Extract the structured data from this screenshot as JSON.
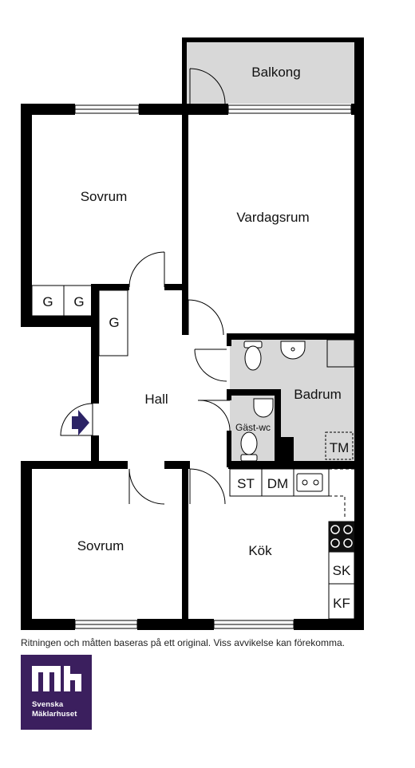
{
  "rooms": {
    "balkong": "Balkong",
    "vardagsrum": "Vardagsrum",
    "sovrum_top": "Sovrum",
    "sovrum_bottom": "Sovrum",
    "hall": "Hall",
    "badrum": "Badrum",
    "gastwc": "Gäst-wc",
    "kok": "Kök"
  },
  "fixtures": {
    "g1": "G",
    "g2": "G",
    "g3": "G",
    "st": "ST",
    "dm": "DM",
    "tm": "TM",
    "sk": "SK",
    "kf": "KF"
  },
  "disclaimer": "Ritningen och måtten baseras på ett original. Viss avvikelse kan förekomma.",
  "logo": {
    "line1": "Svenska",
    "line2": "Mäklarhuset"
  },
  "colors": {
    "wall": "#000000",
    "wet_area": "#d8d8d8",
    "balcony": "#d8d8d8",
    "entrance_arrow": "#2c2466",
    "logo_bg": "#3b1f5e"
  }
}
